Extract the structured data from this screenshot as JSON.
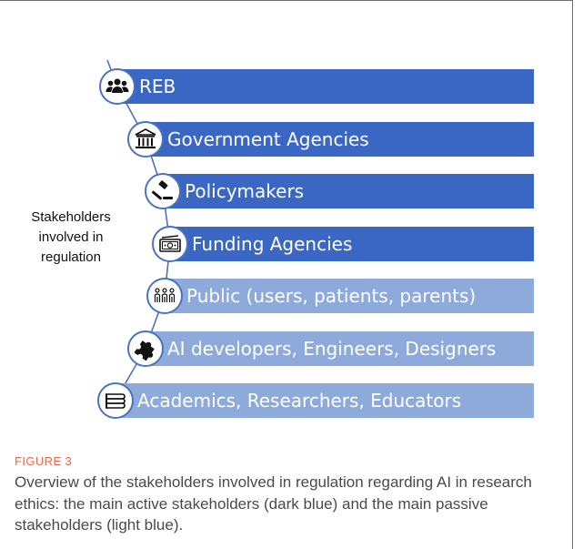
{
  "diagram": {
    "side_label": "Stakeholders involved in regulation",
    "colors": {
      "active": "#3a66c4",
      "passive": "#8eaadb",
      "line": "#4a72c0"
    },
    "stakeholders": [
      {
        "label": "REB",
        "group": "active",
        "icon": "people-group-icon"
      },
      {
        "label": "Government Agencies",
        "group": "active",
        "icon": "government-building-icon"
      },
      {
        "label": "Policymakers",
        "group": "active",
        "icon": "gavel-icon"
      },
      {
        "label": "Funding Agencies",
        "group": "active",
        "icon": "money-icon"
      },
      {
        "label": "Public (users, patients, parents)",
        "group": "passive",
        "icon": "crowd-icon"
      },
      {
        "label": "AI developers, Engineers, Designers",
        "group": "passive",
        "icon": "puzzle-piece-icon"
      },
      {
        "label": "Academics, Researchers, Educators",
        "group": "passive",
        "icon": "books-icon"
      }
    ]
  },
  "figure": {
    "tag": "FIGURE 3",
    "caption": "Overview of the stakeholders involved in regulation regarding AI in research ethics: the main active stakeholders (dark blue) and the main passive stakeholders (light blue)."
  }
}
